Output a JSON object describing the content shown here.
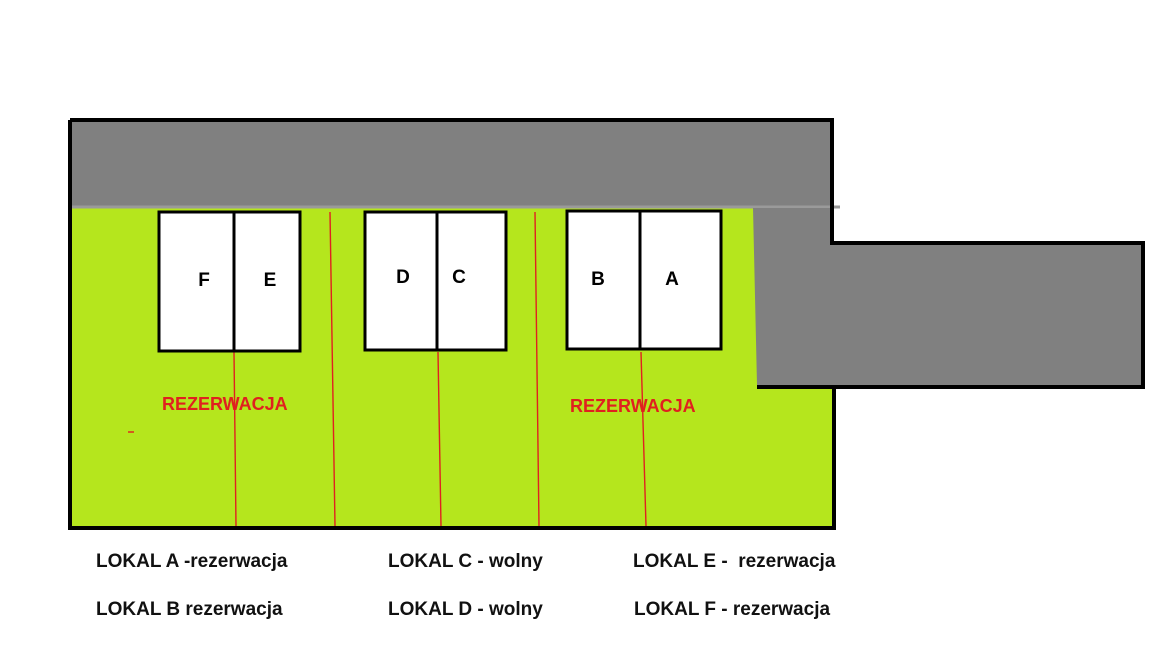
{
  "units": [
    {
      "id": "F",
      "label": "F"
    },
    {
      "id": "E",
      "label": "E"
    },
    {
      "id": "D",
      "label": "D"
    },
    {
      "id": "C",
      "label": "C"
    },
    {
      "id": "B",
      "label": "B"
    },
    {
      "id": "A",
      "label": "A"
    }
  ],
  "plot_labels": {
    "left": "REZERWACJA",
    "right": "REZERWACJA"
  },
  "legend": {
    "a": "LOKAL A -rezerwacja",
    "b": "LOKAL B rezerwacja",
    "c": "LOKAL C - wolny",
    "d": "LOKAL D - wolny",
    "e": "LOKAL E -  rezerwacja",
    "f": "LOKAL F - rezerwacja"
  },
  "colors": {
    "lawn": "#b5e61d",
    "road": "#808080",
    "boundary": "#e02020",
    "reservation_text": "#e0201f",
    "outline": "#000000",
    "unit_fill": "#ffffff"
  }
}
